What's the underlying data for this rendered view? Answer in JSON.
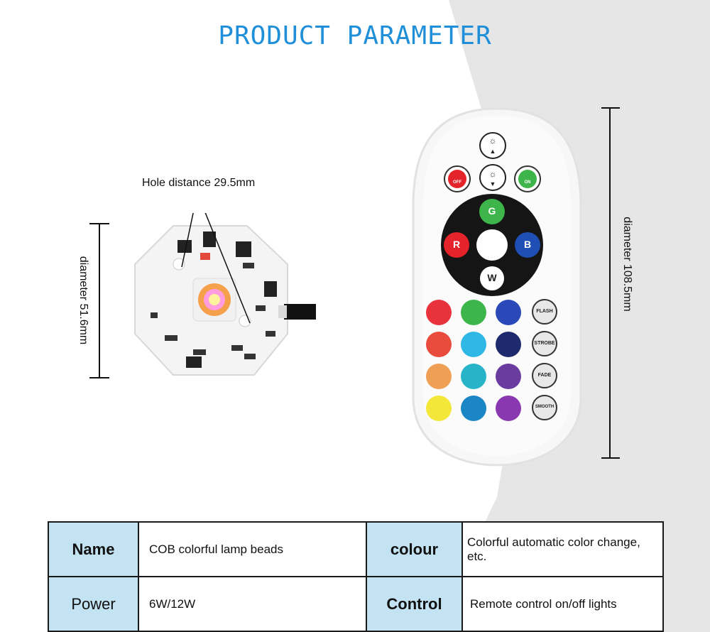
{
  "title": "PRODUCT PARAMETER",
  "board": {
    "hole_label": "Hole distance 29.5mm",
    "diameter_label": "diameter  51.6mm"
  },
  "remote": {
    "diameter_label": "diameter  108.5mm",
    "off_label": "OFF",
    "on_label": "ON",
    "ring": {
      "g": "G",
      "r": "R",
      "b": "B",
      "w": "W"
    },
    "mode_buttons": [
      "FLASH",
      "STROBE",
      "FADE",
      "SMOOTH"
    ],
    "color_grid": [
      [
        "#e8323c",
        "#3cb54a",
        "#2a48b8"
      ],
      [
        "#e94b3c",
        "#2fb8e6",
        "#1e2a6e"
      ],
      [
        "#f0a054",
        "#28b4c8",
        "#6a3ca0"
      ],
      [
        "#f3e83a",
        "#1a86c6",
        "#8a38b0"
      ]
    ]
  },
  "spec": {
    "rows": [
      {
        "k1": "Name",
        "v1": "COB colorful lamp beads",
        "k2": "colour",
        "v2": "Colorful automatic color change, etc."
      },
      {
        "k1": "Power",
        "v1": "6W/12W",
        "k2": "Control",
        "v2": "Remote control on/off lights"
      }
    ]
  },
  "colors": {
    "title": "#1e8fd8",
    "table_header_bg": "#c3e2f2",
    "gray_bg": "#e6e6e6"
  }
}
